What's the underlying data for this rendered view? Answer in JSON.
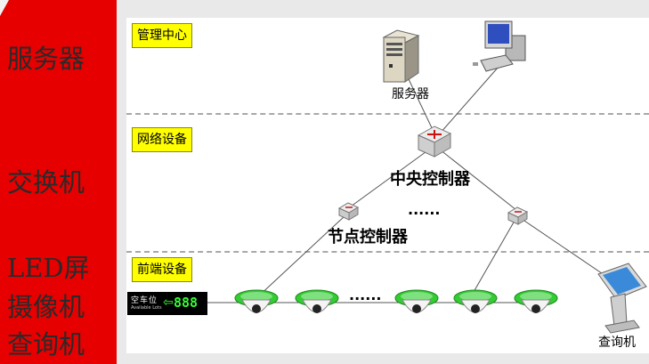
{
  "sidebar": {
    "labels": [
      "服务器",
      "交换机",
      "LED屏",
      "摄像机",
      "查询机"
    ]
  },
  "sections": [
    "管理中心",
    "网络设备",
    "前端设备"
  ],
  "nodes": {
    "server": "服务器",
    "central_controller": "中央控制器",
    "node_controller": "节点控制器",
    "kiosk": "查询机"
  },
  "ellipsis": {
    "controllers": "······",
    "cameras": "······"
  },
  "led_display": {
    "title": "空车位",
    "subtitle": "Available Lots",
    "arrow": "⇦",
    "value": "888"
  },
  "colors": {
    "sidebar": "#e60000",
    "section_tag": "#ffff00",
    "camera_ring": "#33cc33",
    "led_text": "#33ff33"
  }
}
